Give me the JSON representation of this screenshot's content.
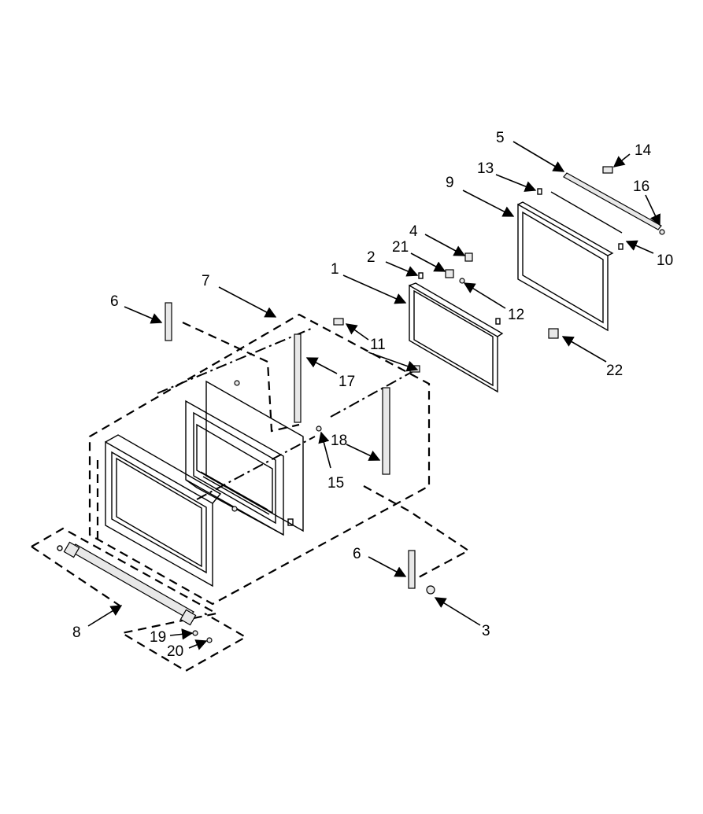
{
  "diagram": {
    "callouts": [
      {
        "id": "c1",
        "text": "1"
      },
      {
        "id": "c2",
        "text": "2"
      },
      {
        "id": "c3",
        "text": "3"
      },
      {
        "id": "c4",
        "text": "4"
      },
      {
        "id": "c5",
        "text": "5"
      },
      {
        "id": "c6a",
        "text": "6"
      },
      {
        "id": "c6b",
        "text": "6"
      },
      {
        "id": "c7",
        "text": "7"
      },
      {
        "id": "c8",
        "text": "8"
      },
      {
        "id": "c9",
        "text": "9"
      },
      {
        "id": "c10",
        "text": "10"
      },
      {
        "id": "c11",
        "text": "11"
      },
      {
        "id": "c12",
        "text": "12"
      },
      {
        "id": "c13",
        "text": "13"
      },
      {
        "id": "c14",
        "text": "14"
      },
      {
        "id": "c15",
        "text": "15"
      },
      {
        "id": "c16",
        "text": "16"
      },
      {
        "id": "c17",
        "text": "17"
      },
      {
        "id": "c18",
        "text": "18"
      },
      {
        "id": "c19",
        "text": "19"
      },
      {
        "id": "c20",
        "text": "20"
      },
      {
        "id": "c21",
        "text": "21"
      },
      {
        "id": "c22",
        "text": "22"
      }
    ]
  }
}
